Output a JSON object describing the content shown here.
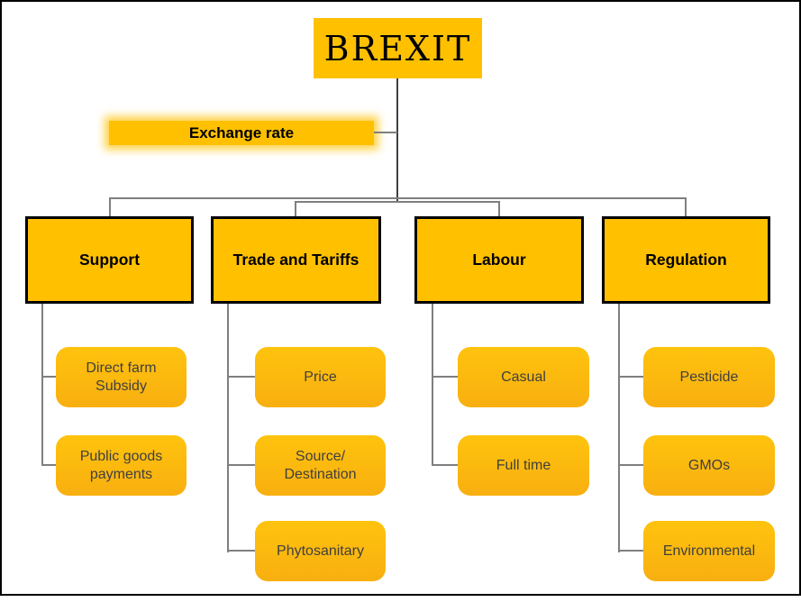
{
  "root": {
    "label": "BREXIT"
  },
  "floating": {
    "label": "Exchange rate"
  },
  "branches": [
    {
      "label": "Support",
      "children": [
        "Direct farm Subsidy",
        "Public goods payments"
      ]
    },
    {
      "label": "Trade and Tariffs",
      "children": [
        "Price",
        "Source/ Destination",
        "Phytosanitary"
      ]
    },
    {
      "label": "Labour",
      "children": [
        "Casual",
        "Full time"
      ]
    },
    {
      "label": "Regulation",
      "children": [
        "Pesticide",
        "GMOs",
        "Environmental"
      ]
    }
  ],
  "colors": {
    "accent": "#FFC000",
    "child-fill-top": "#FFC30D",
    "child-fill-bottom": "#F8AF10",
    "node-border": "#000000",
    "connector": "#7F7F7F",
    "connector-dark": "#3F3F3F",
    "child-text": "#3F3F3F",
    "title-text": "#000000",
    "frame": "#000000",
    "glow": "rgba(255,195,10,0.75)"
  }
}
